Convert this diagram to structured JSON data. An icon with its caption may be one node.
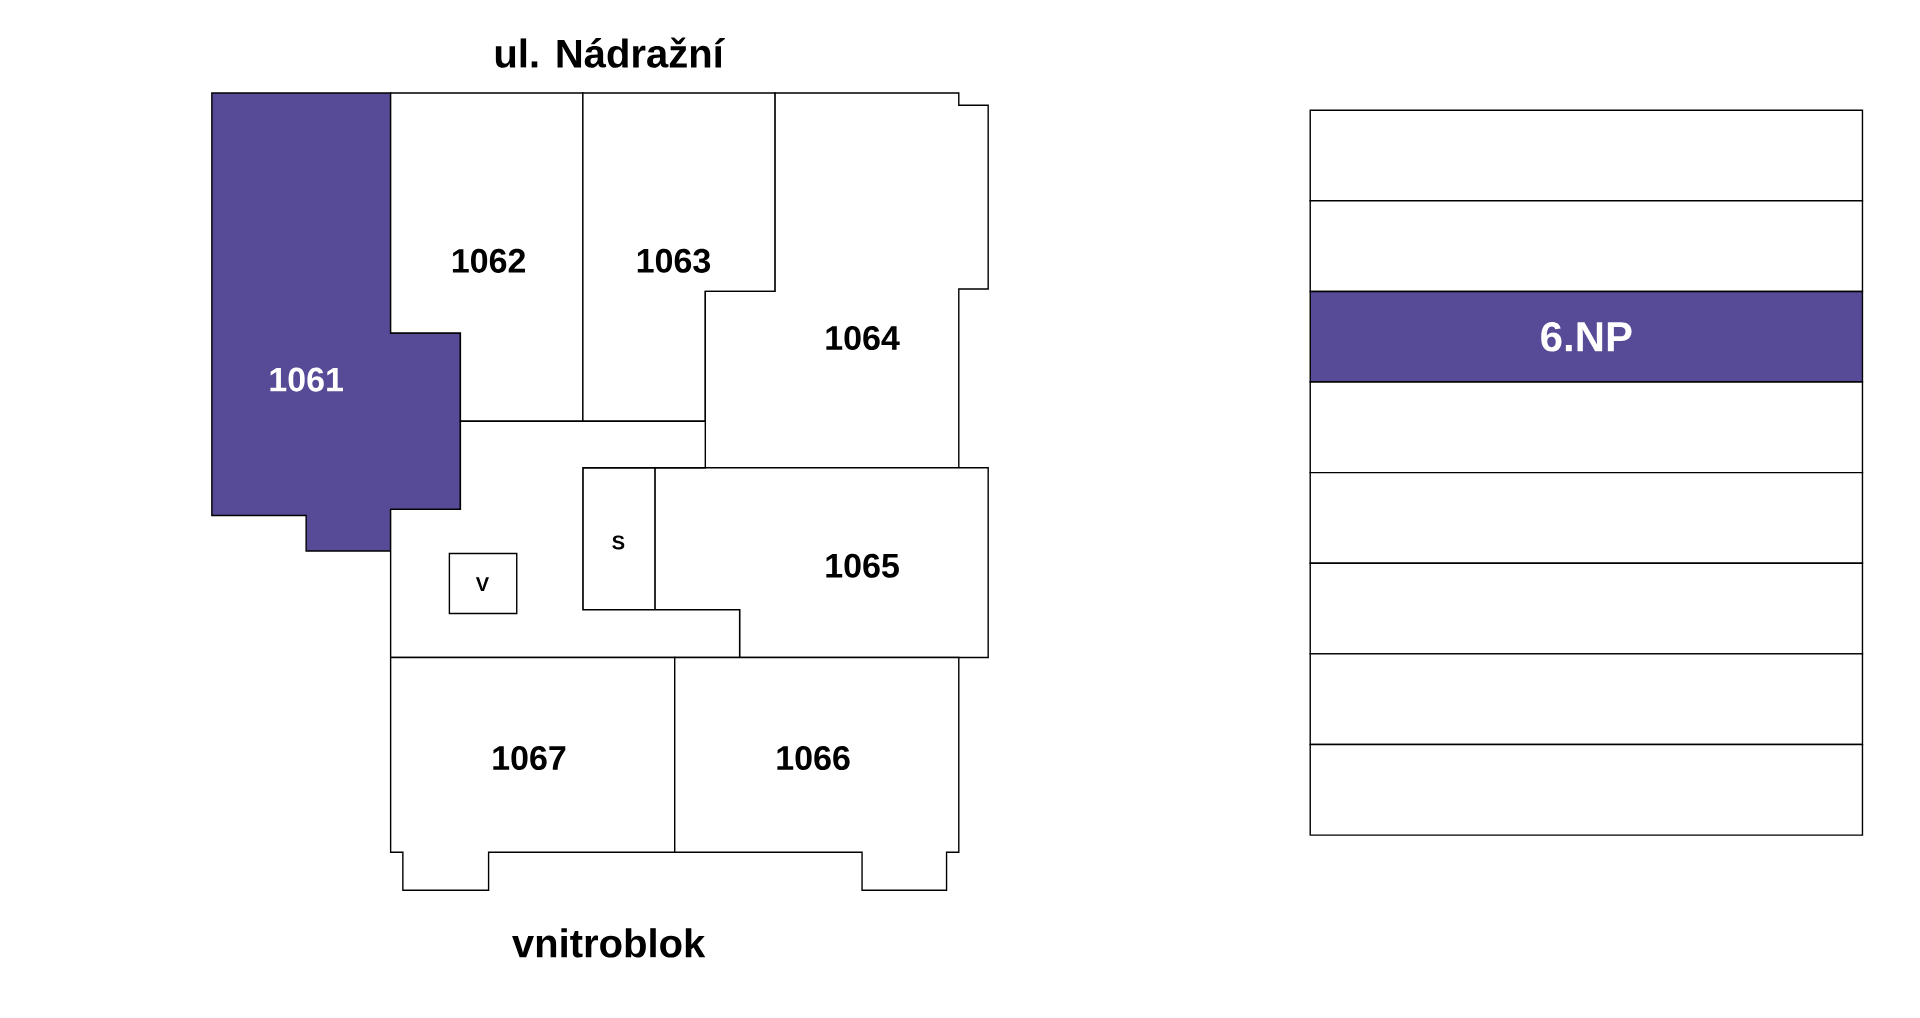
{
  "diagram": {
    "nodes": [
      {
        "text": [
          "1061"
        ]
      },
      {
        "text": [
          "1062"
        ]
      },
      {
        "text": [
          "1063"
        ]
      },
      {
        "text": [
          "1064"
        ]
      },
      {
        "text": [
          "S"
        ]
      },
      {
        "text": [
          "1065"
        ]
      },
      {
        "text": [],
        "shape": "box"
      },
      {
        "text": [
          "V"
        ],
        "in": 6
      },
      {
        "text": [
          "1067"
        ]
      },
      {
        "text": [
          "1066"
        ]
      },
      {
        "text": [],
        "shape": "box"
      },
      {
        "text": [],
        "shape": "box"
      },
      {
        "text": [
          "6.NP"
        ]
      },
      {
        "text": [],
        "shape": "box"
      },
      {
        "text": [],
        "shape": "box"
      },
      {
        "text": [],
        "shape": "box"
      },
      {
        "text": [],
        "shape": "box"
      },
      {
        "text": [],
        "shape": "box"
      }
    ],
    "edges": [],
    "labels": [
      "ul. Nádražní",
      "vnitroblok"
    ]
  }
}
